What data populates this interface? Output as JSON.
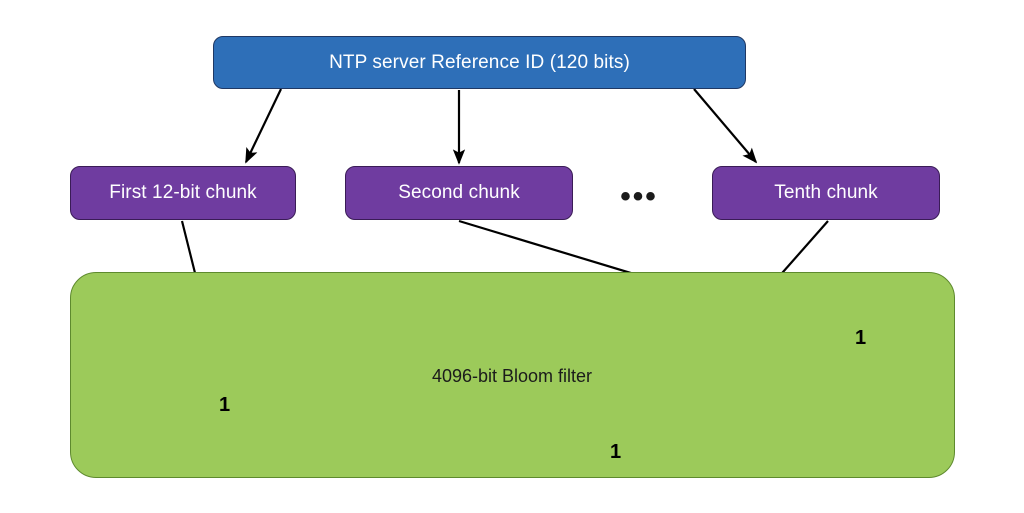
{
  "diagram": {
    "title_node": {
      "label": "NTP server Reference ID (120 bits)",
      "color": "#2E6FB8",
      "border_color": "#1F3864",
      "text_color": "#FFFFFF"
    },
    "chunks": [
      {
        "label": "First 12-bit chunk",
        "color": "#6F3CA0"
      },
      {
        "label": "Second chunk",
        "color": "#6F3CA0"
      },
      {
        "label": "Tenth chunk",
        "color": "#6F3CA0"
      }
    ],
    "ellipsis": "•••",
    "bloom_filter": {
      "label": "4096-bit Bloom filter",
      "color": "#9CCA5A",
      "border_color": "#5E8A2E"
    },
    "bit_labels": [
      {
        "text": "1"
      },
      {
        "text": "1"
      },
      {
        "text": "1"
      }
    ],
    "arrow_color": "#000000"
  }
}
